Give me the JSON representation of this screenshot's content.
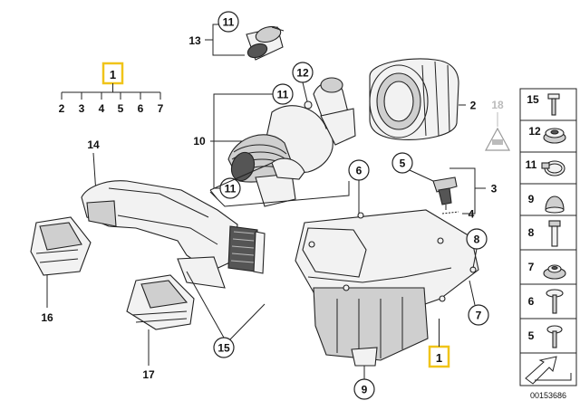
{
  "callouts": {
    "c1_top": "1",
    "c1_bottom": "1",
    "c2": "2",
    "c3": "3",
    "c4": "4",
    "c5": "5",
    "c6": "6",
    "c7": "7",
    "c8": "8",
    "c9": "9",
    "c10": "10",
    "c11_a": "11",
    "c11_b": "11",
    "c11_c": "11",
    "c12": "12",
    "c13": "13",
    "c14": "14",
    "c15": "15",
    "c16": "16",
    "c17": "17",
    "c18": "18"
  },
  "subparts": [
    "2",
    "3",
    "4",
    "5",
    "6",
    "7"
  ],
  "legend": [
    "15",
    "12",
    "11",
    "9",
    "8",
    "7",
    "6",
    "5"
  ],
  "diagram_code": "00153686",
  "colors": {
    "highlight": "#f0c419",
    "line": "#222222",
    "faded": "#bbbbbb"
  }
}
